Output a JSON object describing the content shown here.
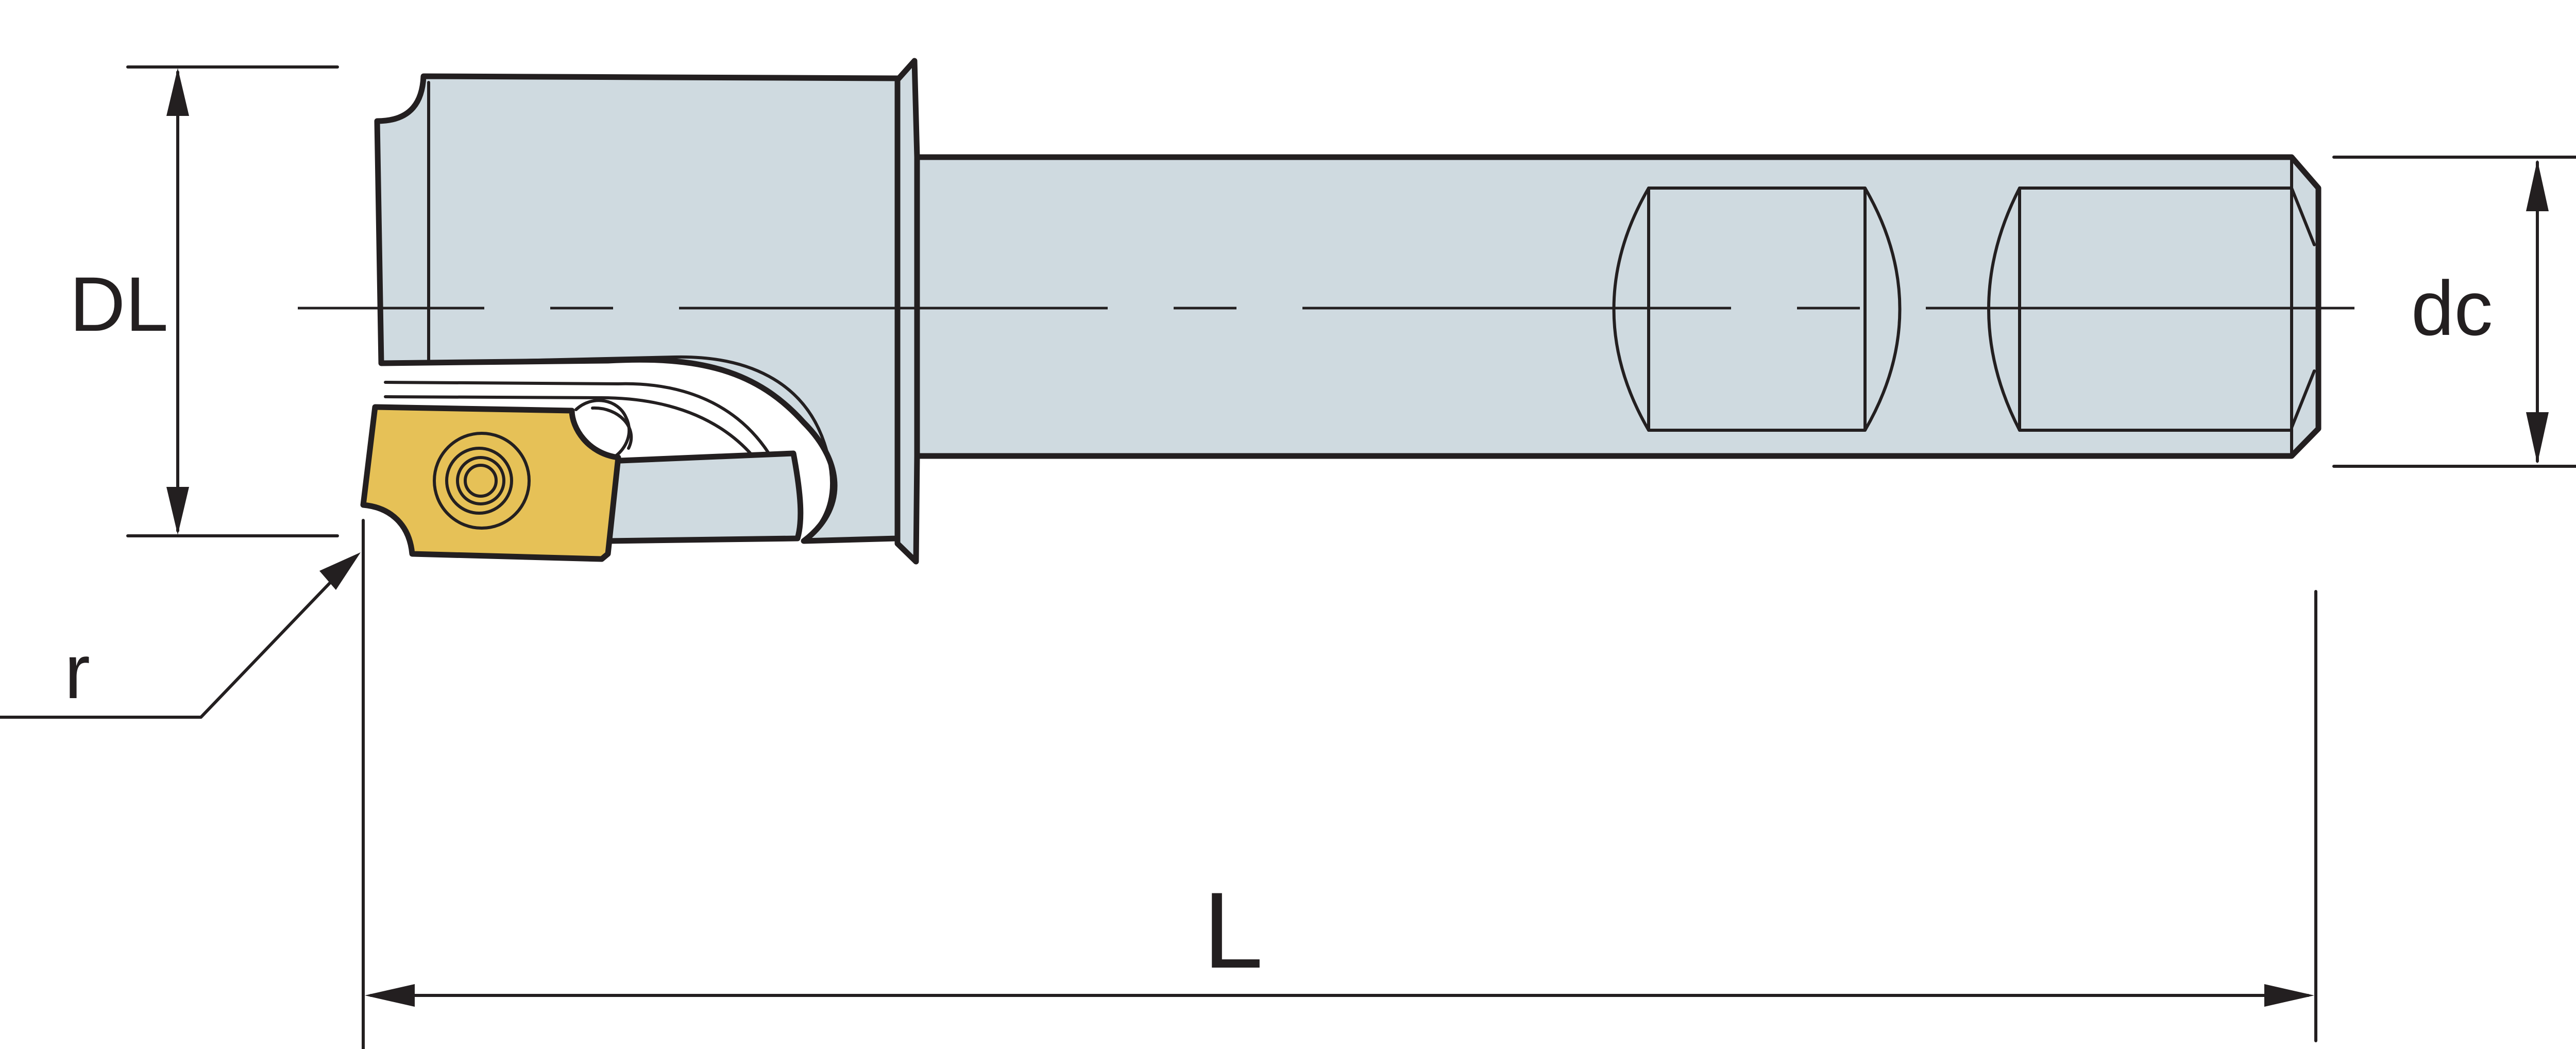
{
  "labels": {
    "DL": "DL",
    "dc": "dc",
    "r": "r",
    "L": "L"
  },
  "colors": {
    "body": "#cfdae0",
    "insert": "#e6c157",
    "line": "#231f20"
  }
}
